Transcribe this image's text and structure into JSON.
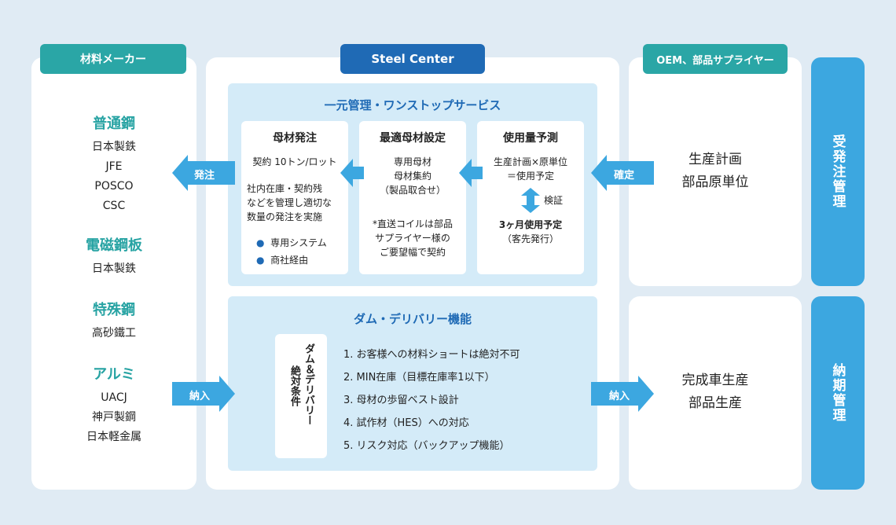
{
  "left": {
    "header": "材料メーカー",
    "groups": [
      {
        "title": "普通鋼",
        "items": [
          "日本製鉄",
          "JFE",
          "POSCO",
          "CSC"
        ]
      },
      {
        "title": "電磁鋼板",
        "items": [
          "日本製鉄"
        ]
      },
      {
        "title": "特殊鋼",
        "items": [
          "高砂鐵工"
        ]
      },
      {
        "title": "アルミ",
        "items": [
          "UACJ",
          "神戸製鋼",
          "日本軽金属"
        ]
      }
    ]
  },
  "center": {
    "header": "Steel Center",
    "top": {
      "title": "一元管理・ワンストップサービス",
      "card1": {
        "title": "母材発注",
        "line1": "契約 10トン/ロット",
        "text": [
          "社内在庫・契約残",
          "などを管理し適切な",
          "数量の発注を実施"
        ],
        "bullets": [
          "専用システム",
          "商社経由"
        ]
      },
      "card2": {
        "title": "最適母材設定",
        "text": [
          "専用母材",
          "母材集約",
          "（製品取合せ）"
        ],
        "note": [
          "*直送コイルは部品",
          "サプライヤー様の",
          "ご要望幅で契約"
        ]
      },
      "card3": {
        "title": "使用量予測",
        "text": [
          "生産計画×原単位",
          "＝使用予定"
        ],
        "verify": "検証",
        "bold": "3ヶ月使用予定",
        "sub": "（客先発行）"
      }
    },
    "bottom": {
      "title": "ダム・デリバリー機能",
      "box_line1": "ダム＆デリバリー",
      "box_line2": "絶対条件",
      "items": [
        "1. お客様への材料ショートは絶対不可",
        "2. MIN在庫（目標在庫率1以下）",
        "3. 母材の歩留ベスト設計",
        "4. 試作材（HES）への対応",
        "5. リスク対応（バックアップ機能）"
      ]
    }
  },
  "right": {
    "header": "OEM、部品サプライヤー",
    "top": [
      "生産計画",
      "部品原単位"
    ],
    "bottom": [
      "完成車生産",
      "部品生産"
    ]
  },
  "arrows": {
    "order": "発注",
    "confirm": "確定",
    "deliver_left": "納入",
    "deliver_right": "納入"
  },
  "side": {
    "top": "受発注管理",
    "bottom": "納期管理"
  },
  "colors": {
    "teal": "#2aa6a6",
    "blue": "#1f6ab5",
    "sky": "#3ca7e0",
    "light": "#d4ebf8",
    "background": "#e0ebf4"
  }
}
